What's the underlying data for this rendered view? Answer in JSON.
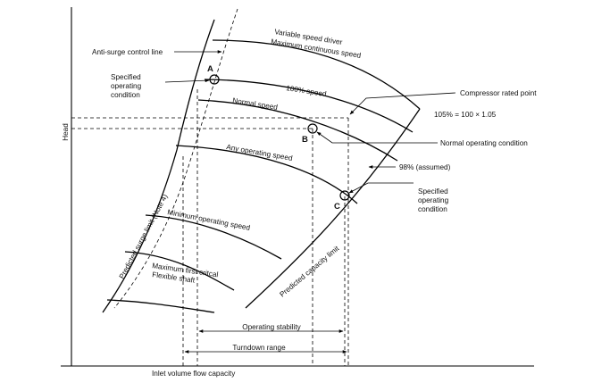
{
  "labels": {
    "y_axis": "Head",
    "x_axis": "Inlet volume flow capacity",
    "anti_surge": "Anti-surge control line",
    "vsd_line1": "Variable speed driver",
    "vsd_line2": "Maximum continuous speed",
    "spec_a_1": "Specified",
    "spec_a_2": "operating",
    "spec_a_3": "condition",
    "speed_100": "100% speed",
    "compressor_rated": "Compressor rated point",
    "speed_105": "105% = 100 × 1.05",
    "normal_speed": "Normal speed",
    "normal_operating": "Normal operating condition",
    "speed_98": "98% (assumed)",
    "any_speed": "Any operating speed",
    "spec_c_1": "Specified",
    "spec_c_2": "operating",
    "spec_c_3": "condition",
    "min_speed": "Minimum operating speed",
    "surge_limit": "Predicted surge limit (Note 4)",
    "capacity_limit": "Predicted capacity limit",
    "first_critical_1": "Maximum first critcal",
    "first_critical_2": "Flexible shaft",
    "operating_stability": "Operating stability",
    "turndown_range": "Turndown range"
  },
  "points": {
    "a": "A",
    "b": "B",
    "c": "C"
  },
  "colors": {
    "line": "#000000",
    "background": "#ffffff"
  }
}
